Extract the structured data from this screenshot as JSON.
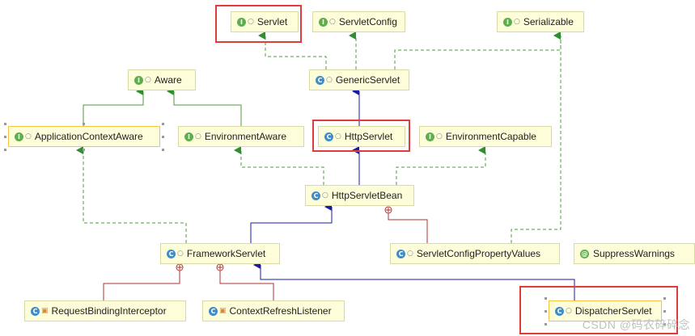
{
  "colors": {
    "interface_edge": "#4f9a3e",
    "extends_edge": "#1a1aa8",
    "inner_edge": "#b03030",
    "highlight": "#e03c3c",
    "node_fill": "#fdfdd9"
  },
  "nodes": {
    "servlet": {
      "label": "Servlet",
      "kind": "i",
      "icon": "interface-icon"
    },
    "servlet_config": {
      "label": "ServletConfig",
      "kind": "i",
      "icon": "interface-icon"
    },
    "serializable": {
      "label": "Serializable",
      "kind": "i",
      "icon": "interface-icon"
    },
    "aware": {
      "label": "Aware",
      "kind": "i",
      "icon": "interface-icon"
    },
    "generic_servlet": {
      "label": "GenericServlet",
      "kind": "c",
      "icon": "class-icon"
    },
    "application_context_aware": {
      "label": "ApplicationContextAware",
      "kind": "i",
      "icon": "interface-icon"
    },
    "environment_aware": {
      "label": "EnvironmentAware",
      "kind": "i",
      "icon": "interface-icon"
    },
    "http_servlet": {
      "label": "HttpServlet",
      "kind": "c",
      "icon": "class-icon"
    },
    "environment_capable": {
      "label": "EnvironmentCapable",
      "kind": "i",
      "icon": "interface-icon"
    },
    "http_servlet_bean": {
      "label": "HttpServletBean",
      "kind": "c",
      "icon": "class-icon"
    },
    "framework_servlet": {
      "label": "FrameworkServlet",
      "kind": "c",
      "icon": "class-icon"
    },
    "servlet_config_property_values": {
      "label": "ServletConfigPropertyValues",
      "kind": "c",
      "icon": "class-icon"
    },
    "suppress_warnings": {
      "label": "SuppressWarnings",
      "kind": "@",
      "icon": "annotation-icon"
    },
    "request_binding_interceptor": {
      "label": "RequestBindingInterceptor",
      "kind": "c",
      "icon": "class-icon"
    },
    "context_refresh_listener": {
      "label": "ContextRefreshListener",
      "kind": "c",
      "icon": "class-icon"
    },
    "dispatcher_servlet": {
      "label": "DispatcherServlet",
      "kind": "c",
      "icon": "class-icon"
    }
  },
  "watermark": "CSDN @码农碎碎念"
}
